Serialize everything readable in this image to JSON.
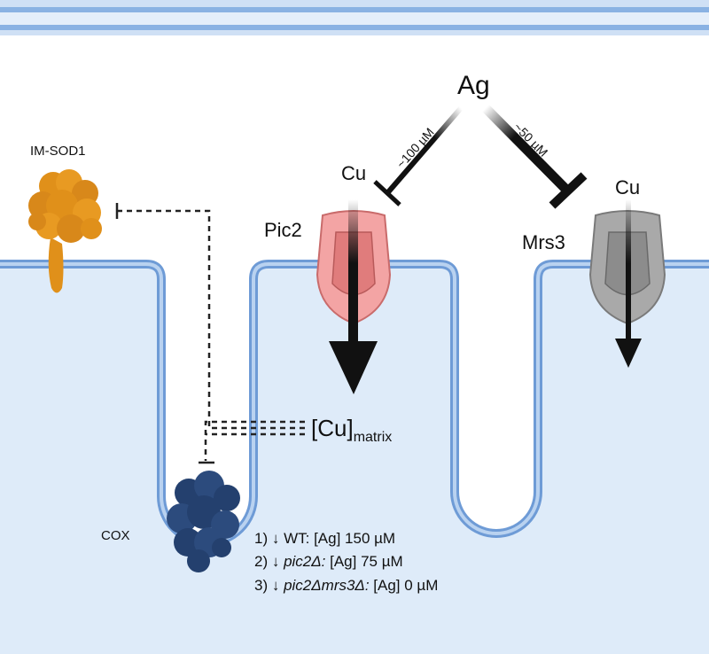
{
  "labels": {
    "ag": "Ag",
    "cu_left": "Cu",
    "cu_right": "Cu",
    "pic2": "Pic2",
    "mrs3": "Mrs3",
    "im_sod1": "IM-SOD1",
    "cox": "COX",
    "conc_pic2": "~100 µM",
    "conc_mrs3": "~50 µM",
    "cu_matrix_main": "[Cu]",
    "cu_matrix_sub": "matrix"
  },
  "results": [
    {
      "prefix": "1) ↓ ",
      "genotype": "WT:",
      "italic": false,
      "value": " [Ag] 150 µM"
    },
    {
      "prefix": "2) ↓ ",
      "genotype": "pic2Δ:",
      "italic": true,
      "value": " [Ag] 75 µM"
    },
    {
      "prefix": "3) ↓ ",
      "genotype": "pic2Δmrs3Δ:",
      "italic": true,
      "value": " [Ag] 0 µM"
    }
  ],
  "colors": {
    "matrix_fill": "#deebf9",
    "membrane": "#8ab2e3",
    "membrane_dark": "#6e9bd6",
    "pic2": "#f3a4a4",
    "mrs3": "#a9a9a9",
    "sod1": "#e0901a",
    "cox": "#24406e"
  }
}
